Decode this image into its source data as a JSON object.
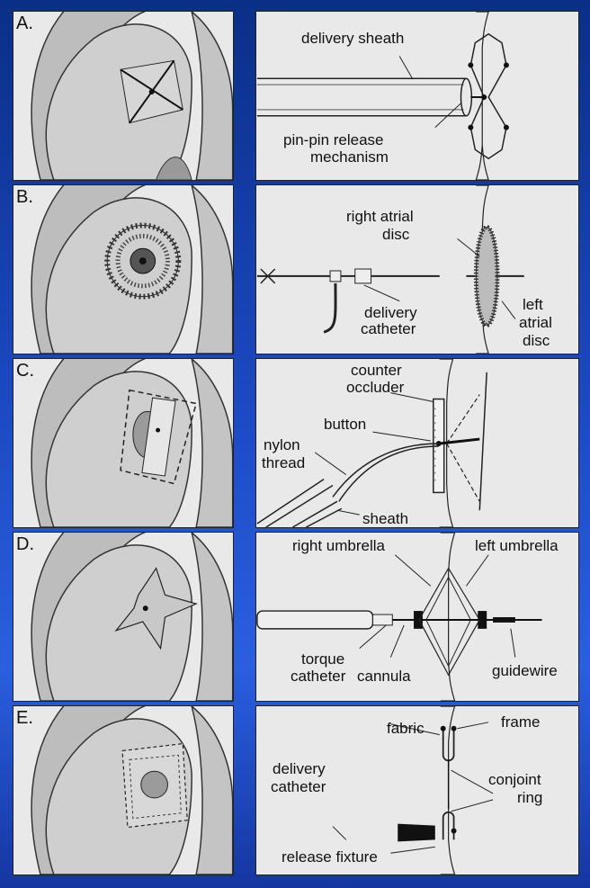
{
  "figure": {
    "panels": [
      {
        "letter": "A.",
        "labels": {
          "delivery_sheath": "delivery sheath",
          "release_1": "pin-pin release",
          "release_2": "mechanism"
        }
      },
      {
        "letter": "B.",
        "labels": {
          "right_1": "right atrial",
          "right_2": "disc",
          "catheter_1": "delivery",
          "catheter_2": "catheter",
          "left_1": "left",
          "left_2": "atrial",
          "left_3": "disc"
        }
      },
      {
        "letter": "C.",
        "labels": {
          "counter_1": "counter",
          "counter_2": "occluder",
          "button": "button",
          "nylon_1": "nylon",
          "nylon_2": "thread",
          "sheath": "sheath"
        }
      },
      {
        "letter": "D.",
        "labels": {
          "right_umbrella": "right umbrella",
          "left_umbrella": "left umbrella",
          "torque_1": "torque",
          "torque_2": "catheter",
          "cannula": "cannula",
          "guidewire": "guidewire"
        }
      },
      {
        "letter": "E.",
        "labels": {
          "fabric": "fabric",
          "frame": "frame",
          "delivery_1": "delivery",
          "delivery_2": "catheter",
          "conjoint_1": "conjoint",
          "conjoint_2": "ring",
          "release_fixture": "release fixture"
        }
      }
    ]
  },
  "colors": {
    "background": "#1c49c2",
    "panel_fill": "#e9e9e9",
    "ink": "#111111"
  }
}
